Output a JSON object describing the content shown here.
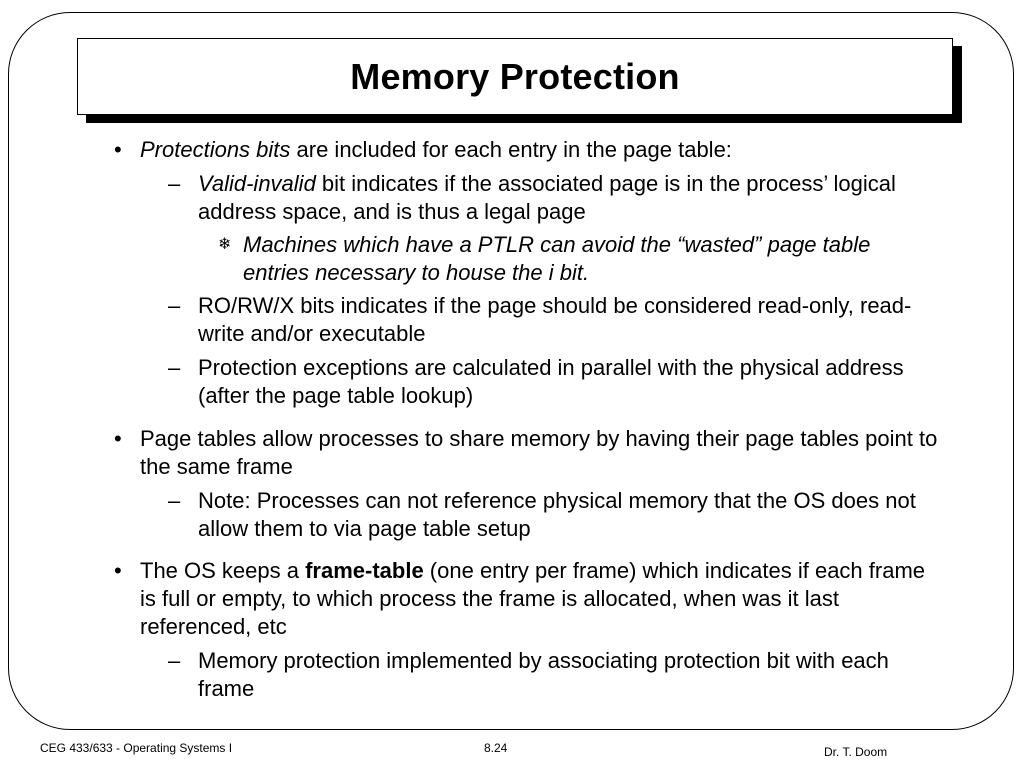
{
  "slide": {
    "title": "Memory Protection",
    "bullets": {
      "b1": {
        "em": "Protections bits",
        "rest": " are included for each entry in the page table:",
        "subs": {
          "s1": {
            "em": "Valid-invalid",
            "rest": " bit indicates if the associated page is in the process’ logical address space, and is thus a legal page",
            "note": "Machines which have a PTLR can avoid the “wasted” page table entries necessary to house the i bit."
          },
          "s2": "RO/RW/X bits indicates if the page should be considered read-only, read-write and/or executable",
          "s3": "Protection exceptions are calculated in parallel with the physical address (after the page table lookup)"
        }
      },
      "b2": {
        "text": "Page tables allow processes to share memory by having their page tables point to the same frame",
        "subs": {
          "s1": "Note: Processes can not reference physical memory that the OS does not allow them to via page table setup"
        }
      },
      "b3": {
        "pre": "The OS keeps a ",
        "bold": "frame-table",
        "rest": " (one entry per frame) which indicates if each frame is full or empty, to which process the frame is allocated, when was it last referenced, etc",
        "subs": {
          "s1": "Memory protection implemented by associating protection bit with each frame"
        }
      }
    },
    "markers": {
      "bullet": "•",
      "dash": "–",
      "snowflake": "❄"
    }
  },
  "footer": {
    "course": "CEG 433/633 - Operating Systems I",
    "page": "8.24",
    "author": "Dr. T. Doom"
  }
}
